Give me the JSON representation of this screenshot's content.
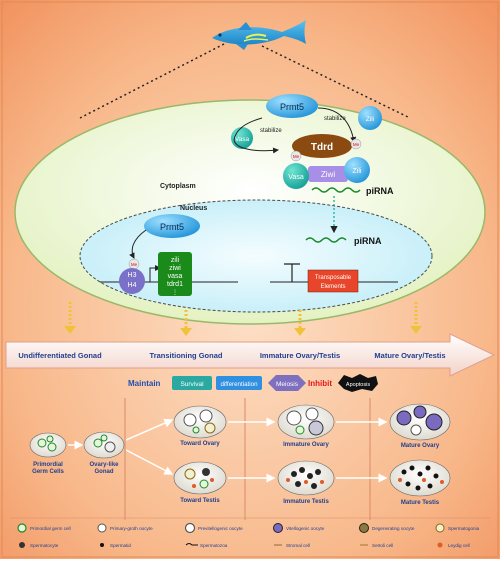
{
  "cytoplasm": {
    "label": "Cytoplasm",
    "proteins": {
      "prmt5": "Prmt5",
      "vasa_left": "Vasa",
      "zili_right": "Zili",
      "tdrd": "Tdrd",
      "vasa": "Vasa",
      "ziwi": "Ziwi",
      "zili": "Zili",
      "me": "Me"
    },
    "stabilize": [
      "stabilize",
      "stabilize"
    ],
    "pirna": "piRNA"
  },
  "nucleus": {
    "label": "Nucleus",
    "prmt5": "Prmt5",
    "me": "Me",
    "histone": [
      "H3",
      "H4"
    ],
    "genes": [
      "zili",
      "ziwi",
      "vasa",
      "tdrd1",
      "⋮"
    ],
    "pirna": "piRNA",
    "transposable": [
      "Transposable",
      "Elements"
    ]
  },
  "stages": [
    "Undifferentiated Gonad",
    "Transitioning Gonad",
    "Immature Ovary/Testis",
    "Mature Ovary/Testis"
  ],
  "functions": {
    "maintain": "Maintain",
    "survival": "Survival",
    "differentiation": "differentiation",
    "meiosis": "Meiosis",
    "inhibit": "Inhibit",
    "apoptosis": "Apoptosis"
  },
  "gonads": {
    "primordial": [
      "Primordial",
      "Germ Cells"
    ],
    "ovary_like": [
      "Ovary-like",
      "Gonad"
    ],
    "toward_ovary": "Toward Ovary",
    "toward_testis": "Toward Testis",
    "immature_ovary": "Immature Ovary",
    "immature_testis": "Immature Testis",
    "mature_ovary": "Mature Ovary",
    "mature_testis": "Mature Testis"
  },
  "legend": [
    "Primordial germ cell",
    "Primary-groth oocyte",
    "Previtellogenic oocyte",
    "Vitellogenic oocyte",
    "Degenerating oocyte",
    "Spermatogonia",
    "Spermatocyte",
    "Spermatid",
    "Spermatozoa",
    "Stromal cell",
    "Sertoli cell",
    "Leydig cell"
  ],
  "colors": {
    "accent_blue": "#1f4fb0",
    "inhibit_red": "#e01818",
    "survival_teal": "#2aa9a2",
    "differentiation_blue": "#2f8fe0",
    "meiosis_purple": "#7f6fbf",
    "tdrd_brown": "#8a4a10"
  }
}
